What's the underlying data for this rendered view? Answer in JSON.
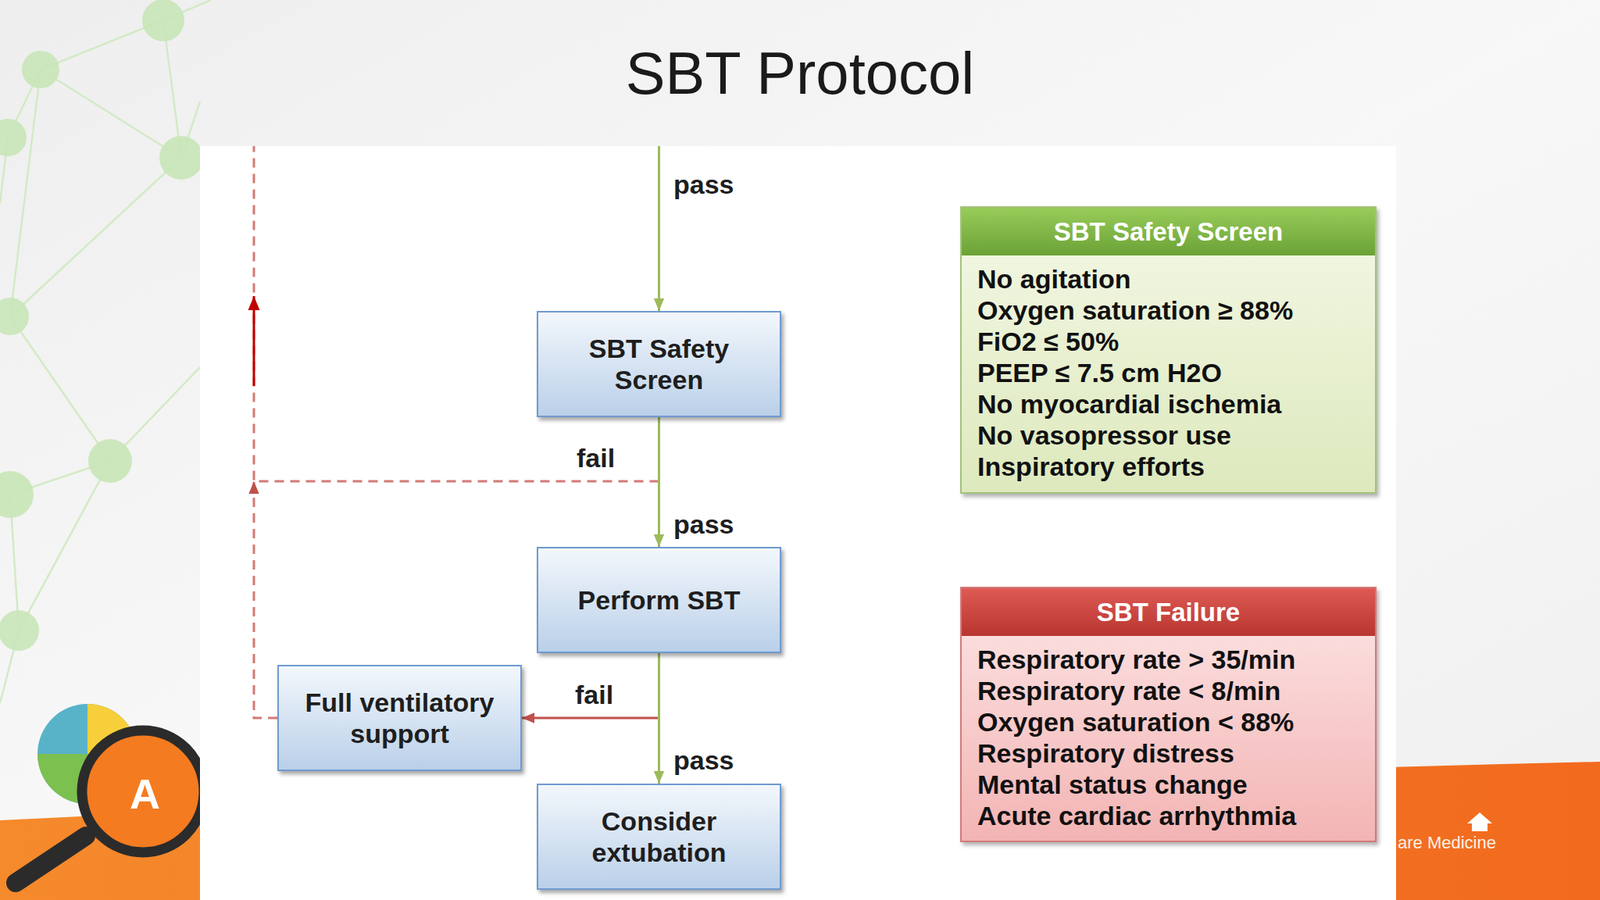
{
  "diagram": {
    "title": "SBT Protocol",
    "nodes": [
      {
        "text": [
          "SBT Safety Screen"
        ]
      },
      {
        "text": [
          "Perform SBT"
        ]
      },
      {
        "text": [
          "Full ventilatory support"
        ]
      },
      {
        "text": [
          "Consider extubation"
        ]
      },
      {
        "text": [
          "SBT Safety Screen",
          "No agitation",
          "Oxygen saturation ≥ 88%",
          "FiO2 ≤ 50%",
          "PEEP ≤ 7.5 cm H2O",
          "No myocardial ischemia",
          "No vasopressor use",
          "Inspiratory efforts"
        ]
      },
      {
        "text": [
          "SBT Failure",
          "Respiratory rate > 35/min",
          "Respiratory rate < 8/min",
          "Oxygen saturation < 88%",
          "Respiratory distress",
          "Mental status change",
          "Acute cardiac arrhythmia"
        ]
      }
    ],
    "edges": [
      {
        "from": 0,
        "to": 1,
        "label": "pass",
        "arrow": "to"
      },
      {
        "from": 1,
        "to": 2,
        "label": "fail",
        "arrow": "to"
      },
      {
        "from": 1,
        "to": 3,
        "label": "pass",
        "arrow": "to"
      }
    ],
    "labels": [
      "pass",
      "fail",
      "A",
      "are Medicine"
    ]
  }
}
